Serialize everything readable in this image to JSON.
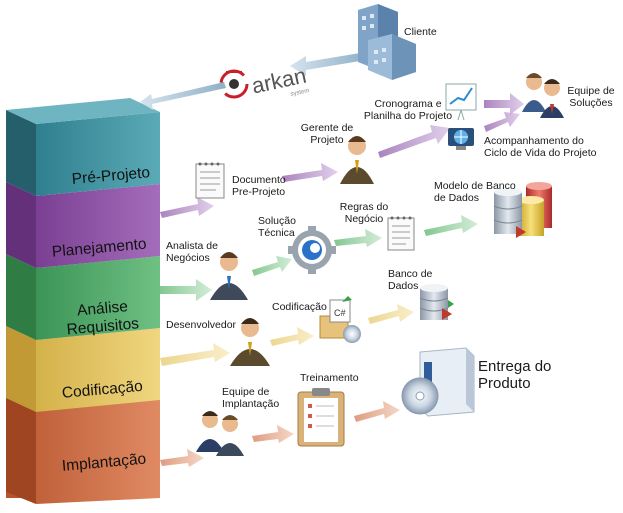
{
  "stages": [
    {
      "label_lines": [
        "Pré-Projeto"
      ],
      "color": "#3b8f9e"
    },
    {
      "label_lines": [
        "Planejamento"
      ],
      "color": "#8b4fa3"
    },
    {
      "label_lines": [
        "Análise",
        "Requisitos"
      ],
      "color": "#4ea867"
    },
    {
      "label_lines": [
        "Codificação"
      ],
      "color": "#e0c05a"
    },
    {
      "label_lines": [
        "Implantação"
      ],
      "color": "#cf6f45"
    }
  ],
  "brand": {
    "name": "arkan",
    "tagline": "system"
  },
  "nodes": {
    "cliente": {
      "label": "Cliente",
      "icon": "building-icon"
    },
    "equipe_solucoes": {
      "label": "Equipe de\nSoluções",
      "icon": "team-icon"
    },
    "cronograma": {
      "label": "Cronograma e\nPlanilha do Projeto",
      "icon": "chart-board-icon"
    },
    "acompanhamento": {
      "label": "Acompanhamento do\nCiclo de Vida do Projeto",
      "icon": "globe-monitor-icon"
    },
    "gerente": {
      "label": "Gerente de\nProjeto",
      "icon": "person-icon"
    },
    "documento": {
      "label": "Documento\nPre-Projeto",
      "icon": "notepad-icon"
    },
    "modelo_banco": {
      "label": "Modelo de Banco\nde Dados",
      "icon": "database-stack-icon"
    },
    "regras": {
      "label": "Regras do\nNegócio",
      "icon": "notepad-icon"
    },
    "solucao": {
      "label": "Solução\nTécnica",
      "icon": "gear-icon"
    },
    "analista": {
      "label": "Analista de\nNegócios",
      "icon": "person-icon"
    },
    "banco": {
      "label": "Banco de\nDados",
      "icon": "database-icon"
    },
    "codificacao_node": {
      "label": "Codificação",
      "icon": "code-box-icon"
    },
    "desenvolvedor": {
      "label": "Desenvolvedor",
      "icon": "person-icon"
    },
    "entrega": {
      "label": "Entrega do\nProduto",
      "icon": "product-box-icon"
    },
    "treinamento": {
      "label": "Treinamento",
      "icon": "clipboard-icon"
    },
    "equipe_implantacao": {
      "label": "Equipe de\nImplantação",
      "icon": "team-icon"
    }
  },
  "colors": {
    "teal": "#3b8f9e",
    "purple": "#8b4fa3",
    "green": "#4ea867",
    "yellow": "#e0c05a",
    "orange": "#cf6f45",
    "brand_red": "#c8202a"
  }
}
